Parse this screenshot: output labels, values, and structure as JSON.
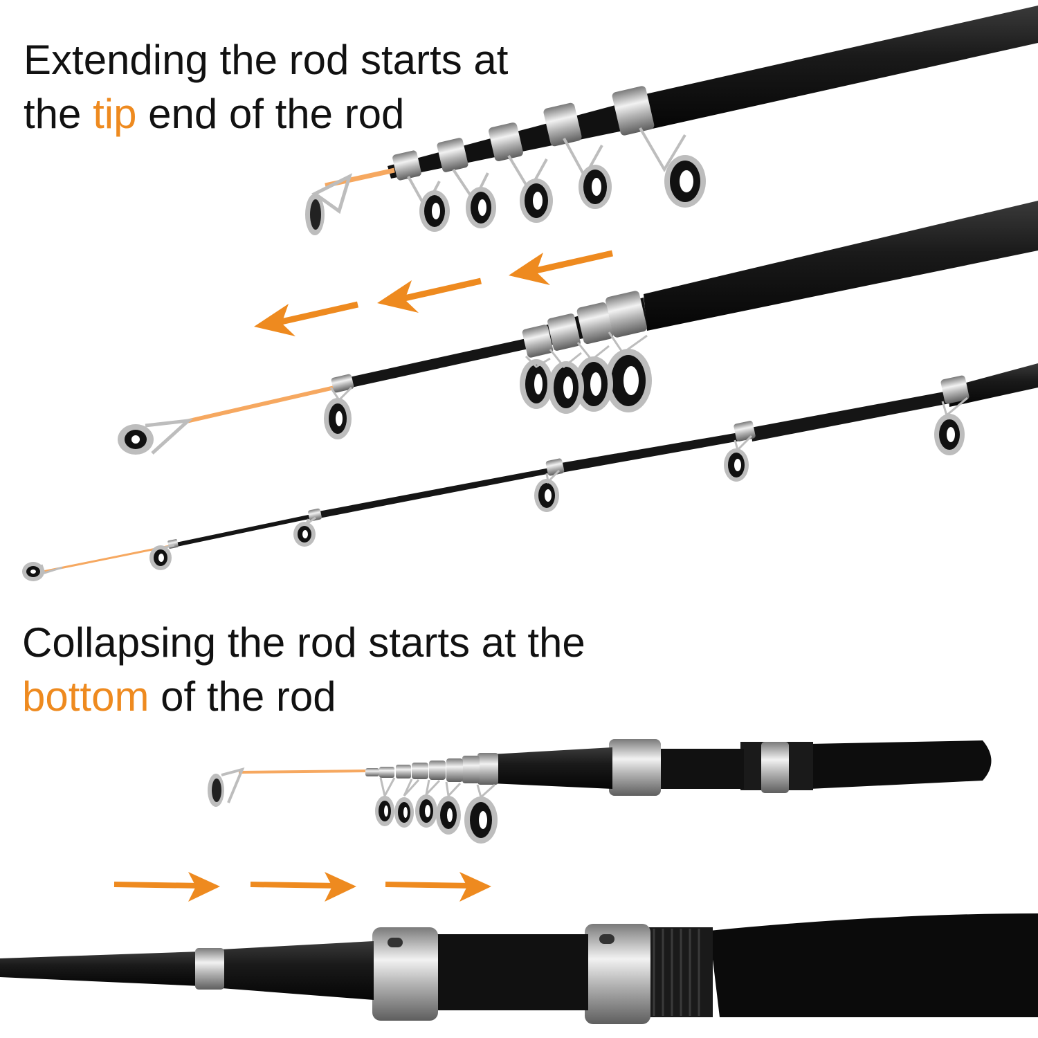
{
  "extending": {
    "line1": "Extending the rod starts at",
    "line2_before": "the",
    "highlight": "tip",
    "line2_after": "end of the rod"
  },
  "collapsing": {
    "line1": "Collapsing the rod starts at the",
    "highlight": "bottom",
    "line2_after": "of the rod"
  },
  "colors": {
    "accent": "#ee8a1f",
    "text": "#111111",
    "rod": "#1a1a1a",
    "tip": "#f6a860",
    "chrome": "#c9c9c9",
    "grip": "#0d0d0d"
  }
}
